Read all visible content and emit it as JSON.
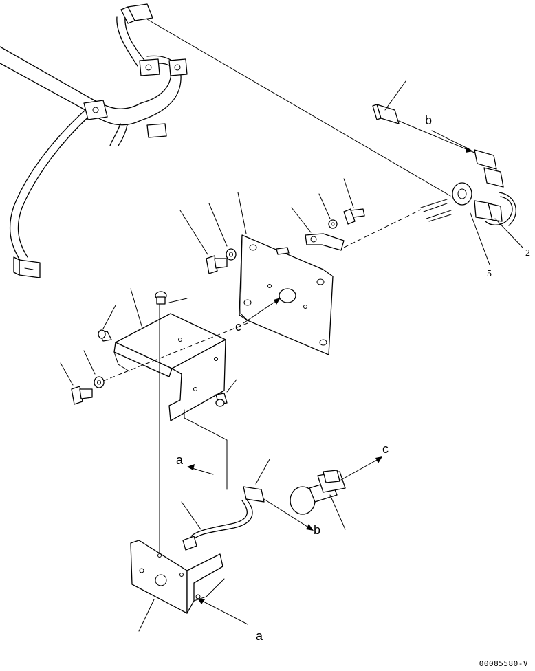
{
  "reference_labels": {
    "a_upper": "a",
    "a_lower": "a",
    "b_upper": "b",
    "b_lower": "b",
    "c_plate": "c",
    "c_switch": "c"
  },
  "part_numbers": {
    "n2": "2",
    "n5": "5"
  },
  "document_code": "00085580-V"
}
